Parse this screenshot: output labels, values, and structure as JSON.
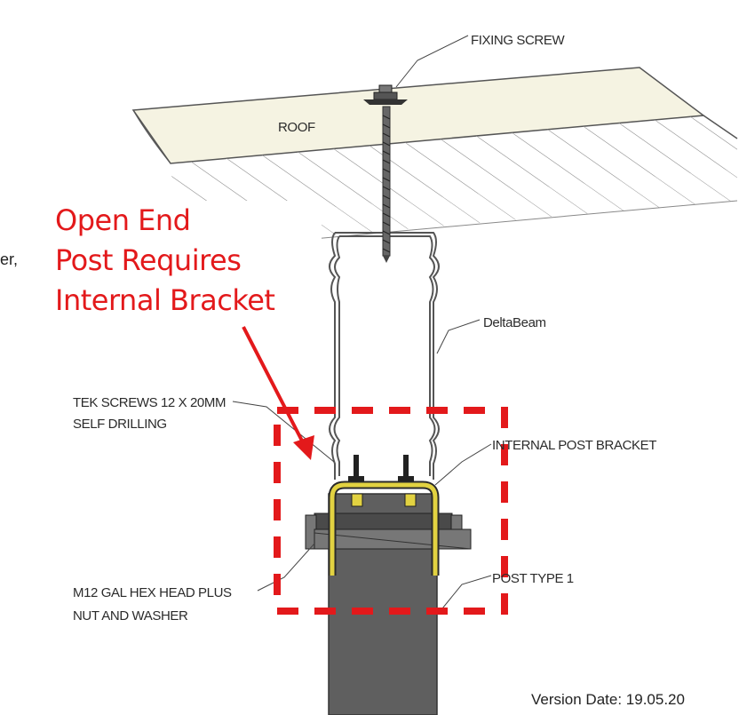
{
  "labels": {
    "fixing_screw": "FIXING SCREW",
    "roof": "ROOF",
    "deltabeam": "DeltaBeam",
    "tek_screws_line1": "TEK SCREWS 12 X 20MM",
    "tek_screws_line2": "SELF DRILLING",
    "internal_post_bracket": "INTERNAL POST BRACKET",
    "post_type": "POST TYPE 1",
    "bolt_line1": "M12 GAL HEX HEAD PLUS",
    "bolt_line2": "NUT AND WASHER"
  },
  "callout": {
    "line1": "Open End",
    "line2": "Post Requires",
    "line3": "Internal Bracket",
    "color": "#e3191b"
  },
  "fragment_text": "er,",
  "version": "Version Date: 19.05.20",
  "colors": {
    "roof_fill": "#f5f3e2",
    "post_fill": "#5f5f5f",
    "bracket_fill": "#e2d241",
    "highlight": "#e3191b"
  }
}
